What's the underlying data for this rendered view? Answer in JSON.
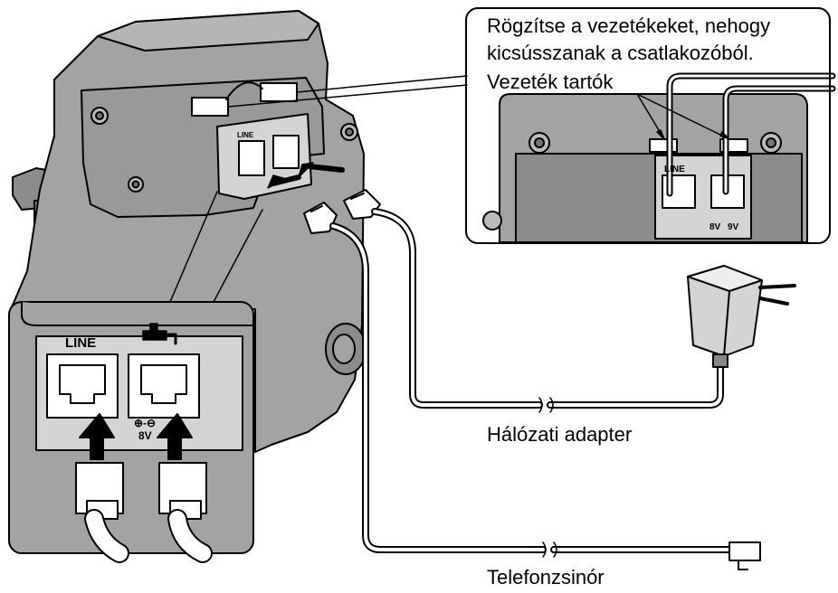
{
  "callout": {
    "instruction_line1": "Rögzítse a vezetékeket, nehogy",
    "instruction_line2": "kicsússzanak a csatlakozóból.",
    "holders_label": "Vezeték tartók"
  },
  "labels": {
    "ac_adaptor": "Hálózati adapter",
    "telephone_cord": "Telefonzsinór"
  },
  "jacks": {
    "line_label": "LINE",
    "dc_polarity": "⊕-⊖",
    "dc_voltage_base": "8V",
    "dc_voltage_alt": "9V"
  },
  "colors": {
    "body_fill": "#a3a3a3",
    "body_dark": "#8c8c8c",
    "panel_fill": "#d4d4d4",
    "jack_fill": "#ffffff",
    "outline": "#000000"
  }
}
